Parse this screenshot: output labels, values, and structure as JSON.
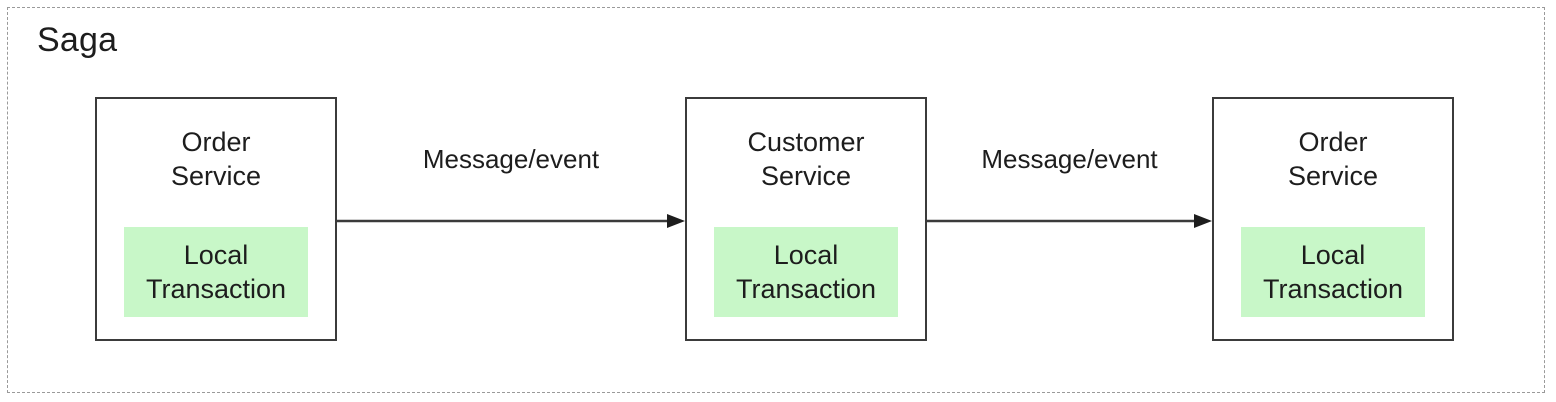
{
  "diagram": {
    "group_title": "Saga",
    "frame_style": "dashed",
    "colors": {
      "box_border": "#3b3b3b",
      "frame_border": "#9a9a9a",
      "local_transaction_fill": "#c8f7c8",
      "text": "#1d1d1d",
      "background": "#ffffff"
    },
    "nodes": [
      {
        "id": "order-service-1",
        "title": "Order\nService",
        "inner_label": "Local\nTransaction"
      },
      {
        "id": "customer-service",
        "title": "Customer\nService",
        "inner_label": "Local\nTransaction"
      },
      {
        "id": "order-service-2",
        "title": "Order\nService",
        "inner_label": "Local\nTransaction"
      }
    ],
    "edges": [
      {
        "id": "edge-1",
        "from": "order-service-1",
        "to": "customer-service",
        "label": "Message/event",
        "direction": "right"
      },
      {
        "id": "edge-2",
        "from": "customer-service",
        "to": "order-service-2",
        "label": "Message/event",
        "direction": "right"
      }
    ]
  }
}
